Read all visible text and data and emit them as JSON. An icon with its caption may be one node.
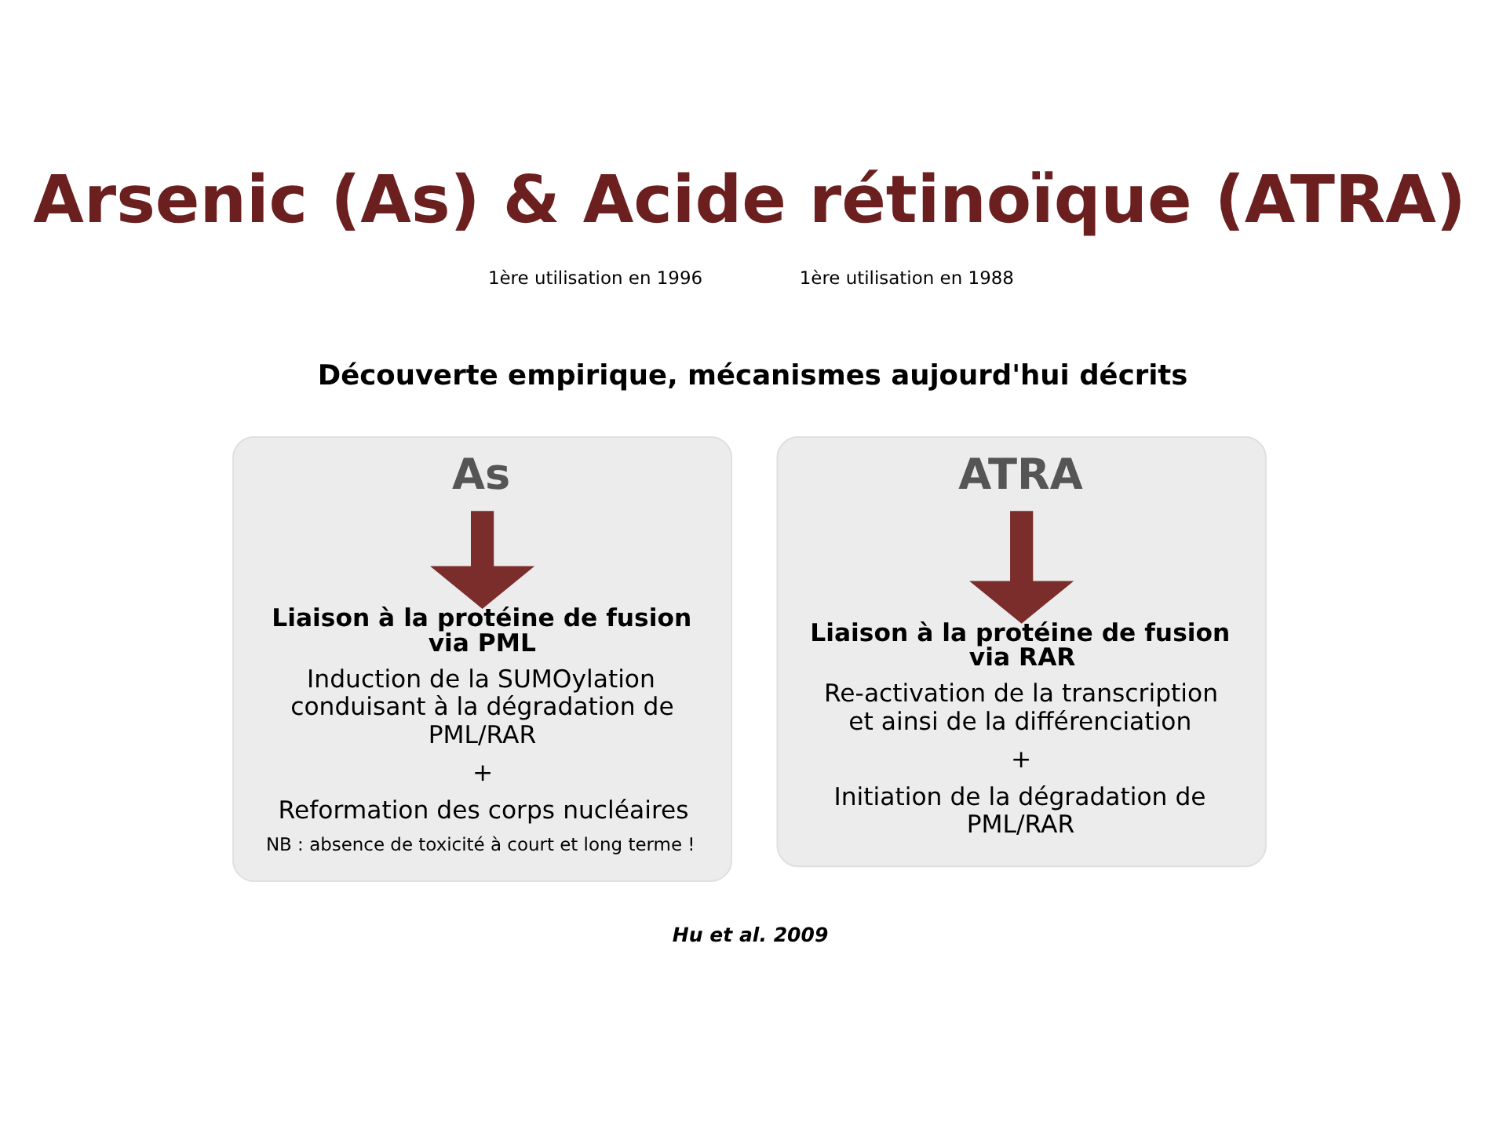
{
  "diagram": {
    "title": "Arsenic (As) & Acide rétinoïque (ATRA)",
    "nodes": [
      {
        "text": [],
        "shape": "box"
      },
      {
        "text": [
          "As"
        ],
        "in": 0
      },
      {
        "text": [
          "Liaison à la protéine de fusion via PML",
          "Induction de la SUMOylation conduisant à la dégradation de PML/RAR",
          "+",
          "Reformation des corps nucléaires",
          "NB : absence de toxicité à court et long terme !"
        ],
        "in": 0
      },
      {
        "text": [],
        "shape": "box"
      },
      {
        "text": [
          "ATRA"
        ],
        "in": 3
      },
      {
        "text": [
          "Liaison à la protéine de fusion via RAR",
          "Re-activation de la transcription et ainsi de la différenciation",
          "+",
          "Initiation de la dégradation de PML/RAR"
        ],
        "in": 3
      }
    ],
    "edges": [
      {
        "from": 1,
        "to": 2,
        "arrow": "to"
      },
      {
        "from": 4,
        "to": 5,
        "arrow": "to"
      }
    ],
    "labels": [
      "1ère utilisation en 1996",
      "1ère utilisation en 1988",
      "Découverte empirique, mécanismes aujourd'hui décrits",
      "Hu et al. 2009"
    ]
  }
}
